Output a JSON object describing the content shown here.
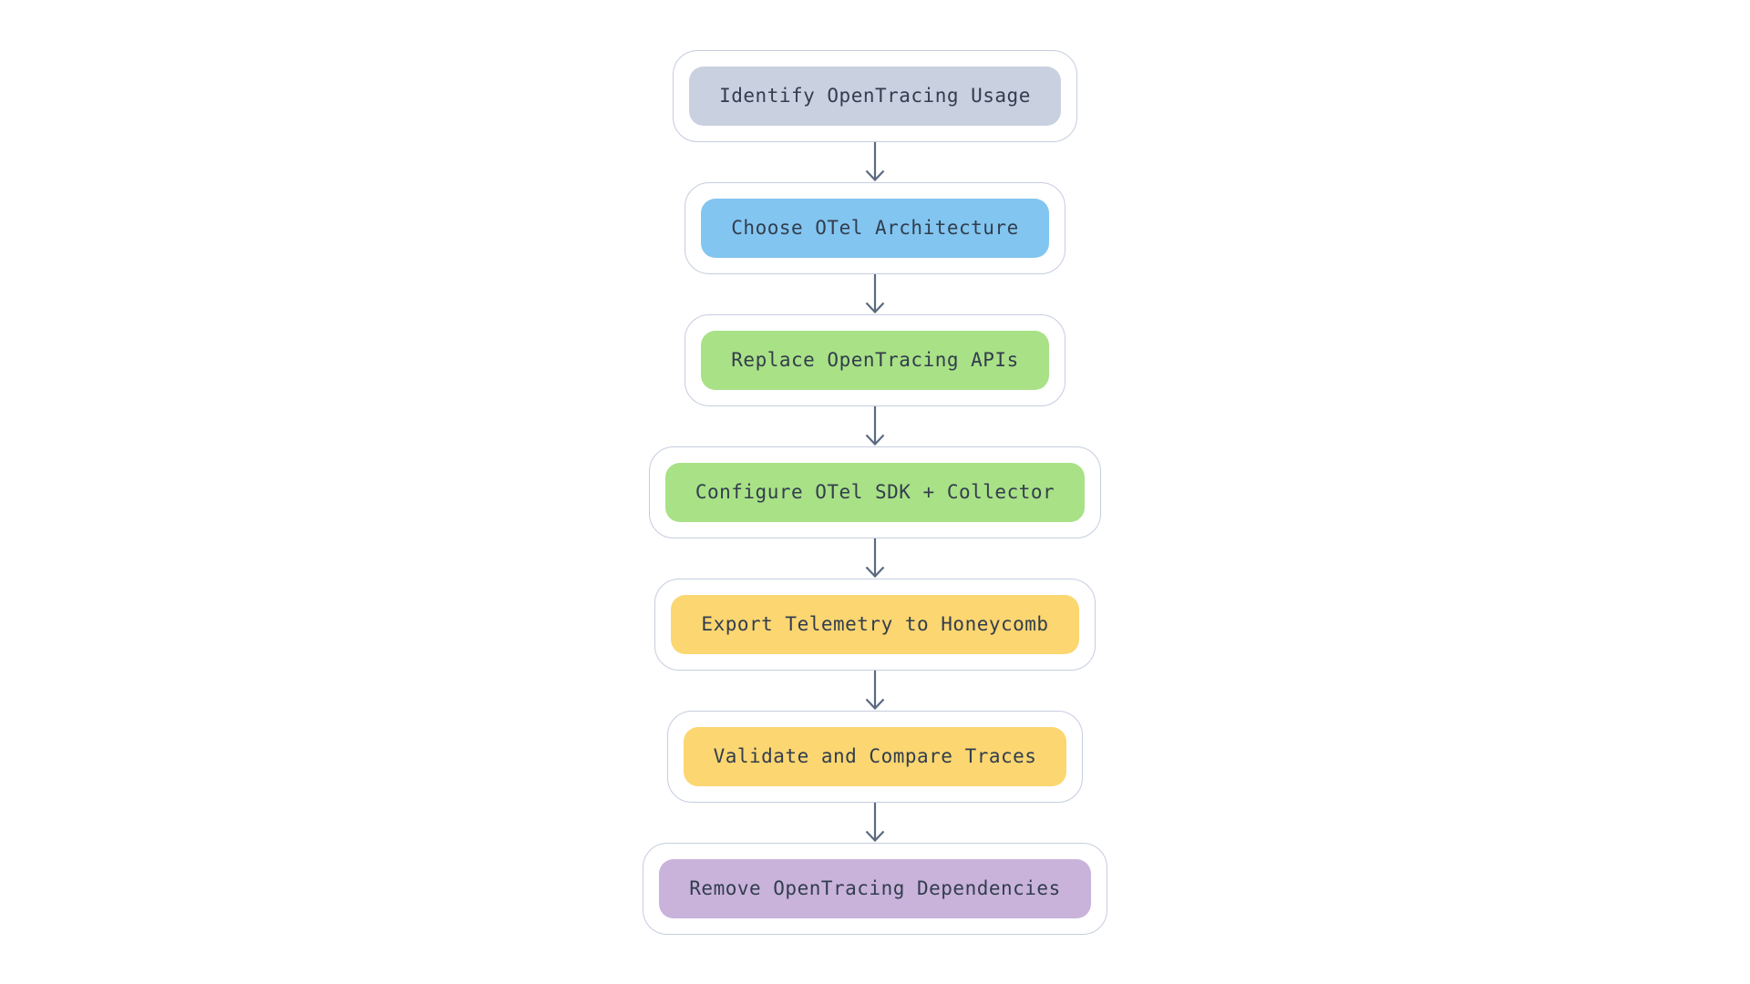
{
  "diagram": {
    "type": "flowchart",
    "direction": "top-down",
    "background_color": "#ffffff",
    "node_border_color": "#c5cdde",
    "node_container_fill": "#ffffff",
    "text_color": "#323d4d",
    "arrow_color": "#5c6a80",
    "arrow_icon": "arrow-down-icon",
    "nodes": [
      {
        "label": "Identify OpenTracing Usage",
        "fill": "#c9d1e0"
      },
      {
        "label": "Choose OTel Architecture",
        "fill": "#82c5f0"
      },
      {
        "label": "Replace OpenTracing APIs",
        "fill": "#a9e186"
      },
      {
        "label": "Configure OTel SDK + Collector",
        "fill": "#a9e186"
      },
      {
        "label": "Export Telemetry to Honeycomb",
        "fill": "#fbd671"
      },
      {
        "label": "Validate and Compare Traces",
        "fill": "#fbd671"
      },
      {
        "label": "Remove OpenTracing Dependencies",
        "fill": "#c9b3db"
      }
    ],
    "edges": [
      {
        "from": 0,
        "to": 1
      },
      {
        "from": 1,
        "to": 2
      },
      {
        "from": 2,
        "to": 3
      },
      {
        "from": 3,
        "to": 4
      },
      {
        "from": 4,
        "to": 5
      },
      {
        "from": 5,
        "to": 6
      }
    ]
  }
}
